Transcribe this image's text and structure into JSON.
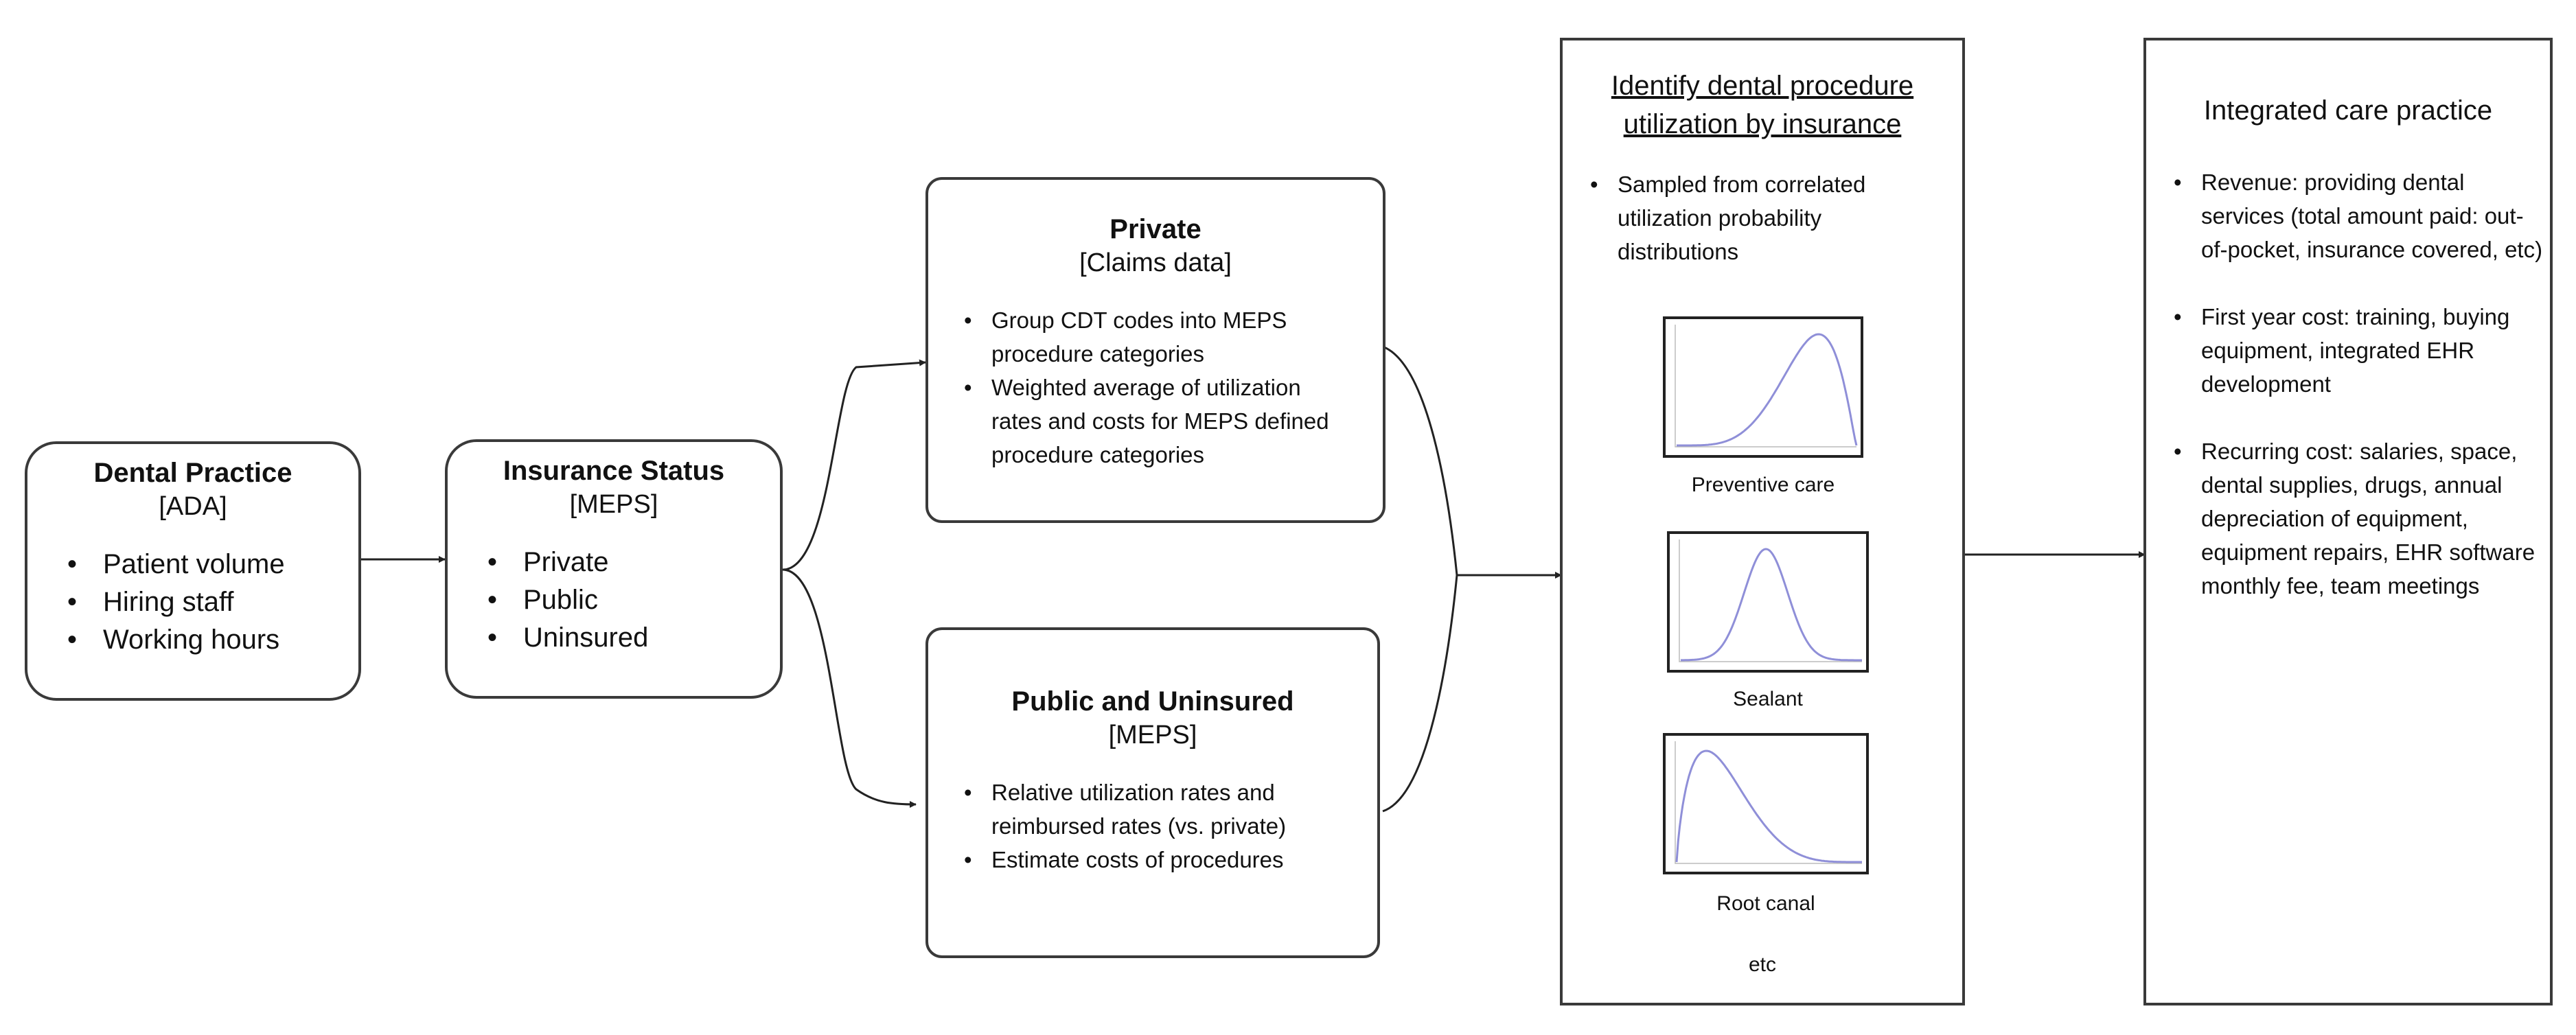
{
  "dental_practice": {
    "title": "Dental Practice",
    "source": "[ADA]",
    "items": [
      "Patient volume",
      "Hiring staff",
      "Working hours"
    ]
  },
  "insurance_status": {
    "title": "Insurance Status",
    "source": "[MEPS]",
    "items": [
      "Private",
      "Public",
      "Uninsured"
    ]
  },
  "private": {
    "title": "Private",
    "source": "[Claims data]",
    "items": [
      "Group CDT codes into MEPS procedure categories",
      "Weighted average of utilization rates and costs for MEPS defined procedure categories"
    ]
  },
  "public_uninsured": {
    "title": "Public and Uninsured",
    "source": "[MEPS]",
    "items": [
      "Relative utilization rates and reimbursed rates (vs. private)",
      "Estimate costs of procedures"
    ]
  },
  "identify": {
    "title_line1": "Identify dental procedure",
    "title_line2": "utilization by insurance",
    "bullet": "Sampled from correlated utilization probability distributions",
    "charts": [
      {
        "label": "Preventive care",
        "shape": "left-skewed"
      },
      {
        "label": "Sealant",
        "shape": "symmetric"
      },
      {
        "label": "Root canal",
        "shape": "right-skewed"
      }
    ],
    "etc": "etc",
    "curve_color": "#8f8fd8"
  },
  "integrated": {
    "title": "Integrated care practice",
    "items": [
      "Revenue: providing dental services (total amount paid: out-of-pocket, insurance covered, etc)",
      "First year cost: training, buying equipment, integrated EHR development",
      "Recurring cost: salaries, space, dental supplies, drugs, annual depreciation of equipment, equipment repairs, EHR software monthly fee, team meetings"
    ]
  }
}
